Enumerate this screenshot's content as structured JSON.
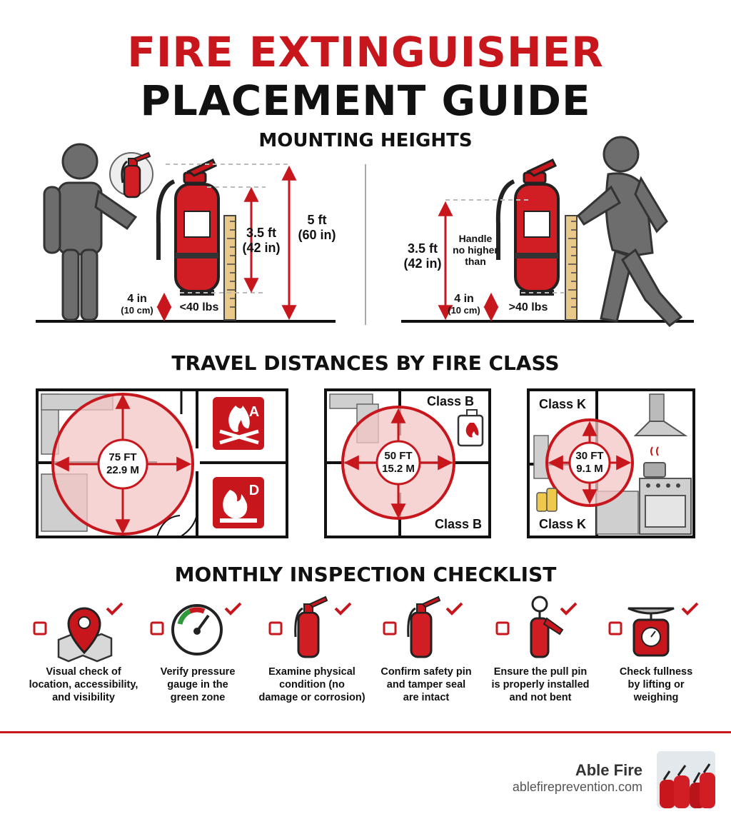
{
  "title": {
    "line1": "FIRE EXTINGUISHER",
    "line2": "PLACEMENT GUIDE"
  },
  "mounting": {
    "heading": "MOUNTING HEIGHTS",
    "left": {
      "top_height": "5 ft",
      "top_height_in": "(60 in)",
      "handle_height": "3.5 ft",
      "handle_height_in": "(42 in)",
      "floor_gap": "4 in",
      "floor_gap_cm": "(10 cm)",
      "weight": "<40 lbs"
    },
    "right": {
      "handle_height": "3.5 ft",
      "handle_height_in": "(42 in)",
      "handle_note_1": "Handle",
      "handle_note_2": "no higher",
      "handle_note_3": "than",
      "floor_gap": "4 in",
      "floor_gap_cm": "(10 cm)",
      "weight": ">40 lbs"
    }
  },
  "travel": {
    "heading": "TRAVEL DISTANCES BY FIRE CLASS",
    "panels": [
      {
        "distance_ft": "75 FT",
        "distance_m": "22.9 M",
        "class_a_letter": "A",
        "class_d_letter": "D"
      },
      {
        "distance_ft": "50 FT",
        "distance_m": "15.2 M",
        "class_top": "Class B",
        "class_bottom": "Class B"
      },
      {
        "distance_ft": "30 FT",
        "distance_m": "9.1 M",
        "class_top": "Class K",
        "class_bottom": "Class K"
      }
    ]
  },
  "checklist": {
    "heading": "MONTHLY INSPECTION CHECKLIST",
    "items": [
      {
        "line1": "Visual check of",
        "line2": "location, accessibility,",
        "line3": "and visibility",
        "icon": "map-pin-icon"
      },
      {
        "line1": "Verify pressure",
        "line2": "gauge in the",
        "line3": "green zone",
        "icon": "pressure-gauge-icon"
      },
      {
        "line1": "Examine physical",
        "line2": "condition (no",
        "line3": "damage or corrosion)",
        "icon": "extinguisher-icon"
      },
      {
        "line1": "Confirm safety pin",
        "line2": "and tamper seal",
        "line3": "are intact",
        "icon": "extinguisher-icon"
      },
      {
        "line1": "Ensure the pull pin",
        "line2": "is properly installed",
        "line3": "and not bent",
        "icon": "pull-pin-icon"
      },
      {
        "line1": "Check fullness",
        "line2": "by lifting or",
        "line3": "weighing",
        "icon": "scale-icon"
      }
    ]
  },
  "footer": {
    "brand": "Able Fire",
    "url": "ablefireprevention.com"
  },
  "colors": {
    "accent": "#c8161d",
    "text": "#111111",
    "figure": "#6d6d6d",
    "zone": "#f4c6c6",
    "ruler": "#e9c98a",
    "gauge_green": "#2e9a3b"
  }
}
